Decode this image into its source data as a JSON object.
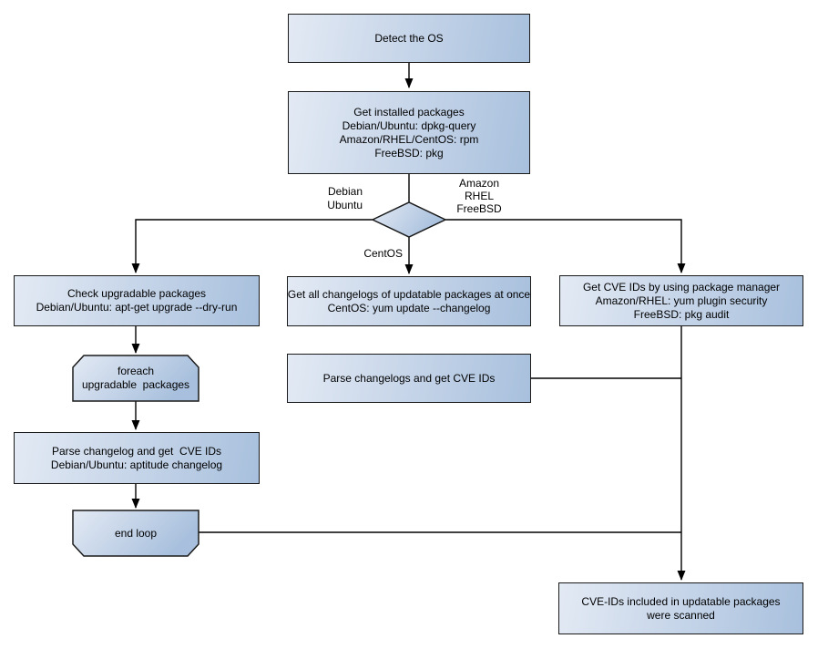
{
  "colors": {
    "node_fill_light": "#e3eaf4",
    "node_fill_dark": "#a8c0dd",
    "node_border": "#1a1a1a",
    "connector": "#000000",
    "background": "#ffffff"
  },
  "nodes": {
    "detect_os": {
      "lines": [
        "Detect the OS"
      ]
    },
    "get_installed_packages": {
      "lines": [
        "Get installed packages",
        "Debian/Ubuntu: dpkg-query",
        "Amazon/RHEL/CentOS: rpm",
        "FreeBSD: pkg"
      ]
    },
    "check_upgradable_packages": {
      "lines": [
        "Check upgradable packages",
        "Debian/Ubuntu: apt-get upgrade --dry-run"
      ]
    },
    "foreach_upgradable_packages": {
      "lines": [
        "foreach",
        "upgradable  packages"
      ]
    },
    "parse_changelog_left": {
      "lines": [
        "Parse changelog and get  CVE IDs",
        "Debian/Ubuntu: aptitude changelog"
      ]
    },
    "end_loop": {
      "lines": [
        "end loop"
      ]
    },
    "get_all_changelogs": {
      "lines": [
        "Get all changelogs of updatable packages at once",
        "CentOS: yum update --changelog"
      ]
    },
    "parse_changelogs_mid": {
      "lines": [
        "Parse changelogs and get CVE IDs"
      ]
    },
    "get_cve_ids_right": {
      "lines": [
        "Get CVE IDs by using package manager",
        "Amazon/RHEL: yum plugin security",
        "FreeBSD: pkg audit"
      ]
    },
    "cve_ids_scanned": {
      "lines": [
        "CVE-IDs included in updatable packages",
        "were scanned"
      ]
    }
  },
  "edge_labels": {
    "debian_ubuntu": {
      "lines": [
        "Debian",
        "Ubuntu"
      ]
    },
    "amazon_rhel_freebsd": {
      "lines": [
        "Amazon",
        "RHEL",
        "FreeBSD"
      ]
    },
    "centos": {
      "lines": [
        "CentOS"
      ]
    }
  }
}
